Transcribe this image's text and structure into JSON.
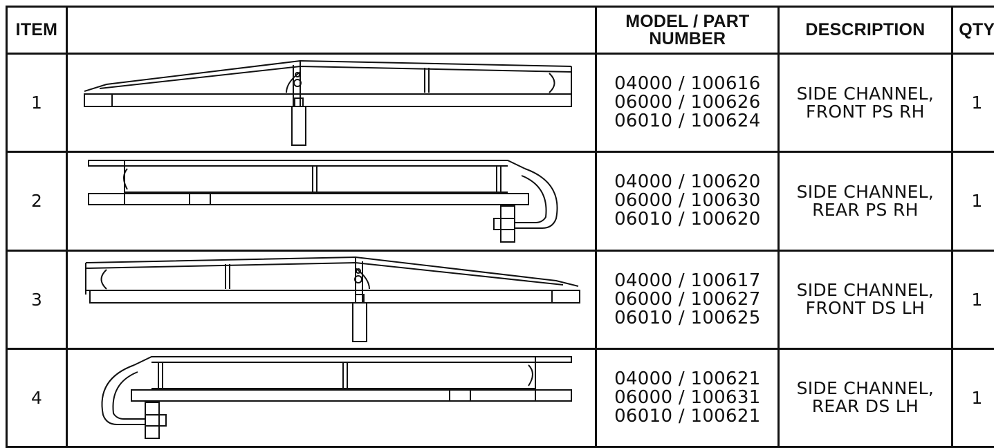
{
  "headers": {
    "item": "ITEM",
    "image": "",
    "part_line1": "MODEL / PART",
    "part_line2": "NUMBER",
    "description": "DESCRIPTION",
    "qty": "QTY"
  },
  "rows": [
    {
      "item": "1",
      "parts": [
        "04000 / 100616",
        "06000 / 100626",
        "06010 / 100624"
      ],
      "desc": [
        "SIDE CHANNEL,",
        "FRONT PS RH"
      ],
      "qty": "1",
      "drawing_icon": "side-channel-front-rh-drawing"
    },
    {
      "item": "2",
      "parts": [
        "04000 / 100620",
        "06000 / 100630",
        "06010 / 100620"
      ],
      "desc": [
        "SIDE CHANNEL,",
        "REAR PS RH"
      ],
      "qty": "1",
      "drawing_icon": "side-channel-rear-rh-drawing"
    },
    {
      "item": "3",
      "parts": [
        "04000 / 100617",
        "06000 / 100627",
        "06010 / 100625"
      ],
      "desc": [
        "SIDE CHANNEL,",
        "FRONT DS LH"
      ],
      "qty": "1",
      "drawing_icon": "side-channel-front-lh-drawing"
    },
    {
      "item": "4",
      "parts": [
        "04000 / 100621",
        "06000 / 100631",
        "06010 / 100621"
      ],
      "desc": [
        "SIDE CHANNEL,",
        "REAR DS LH"
      ],
      "qty": "1",
      "drawing_icon": "side-channel-rear-lh-drawing"
    }
  ]
}
